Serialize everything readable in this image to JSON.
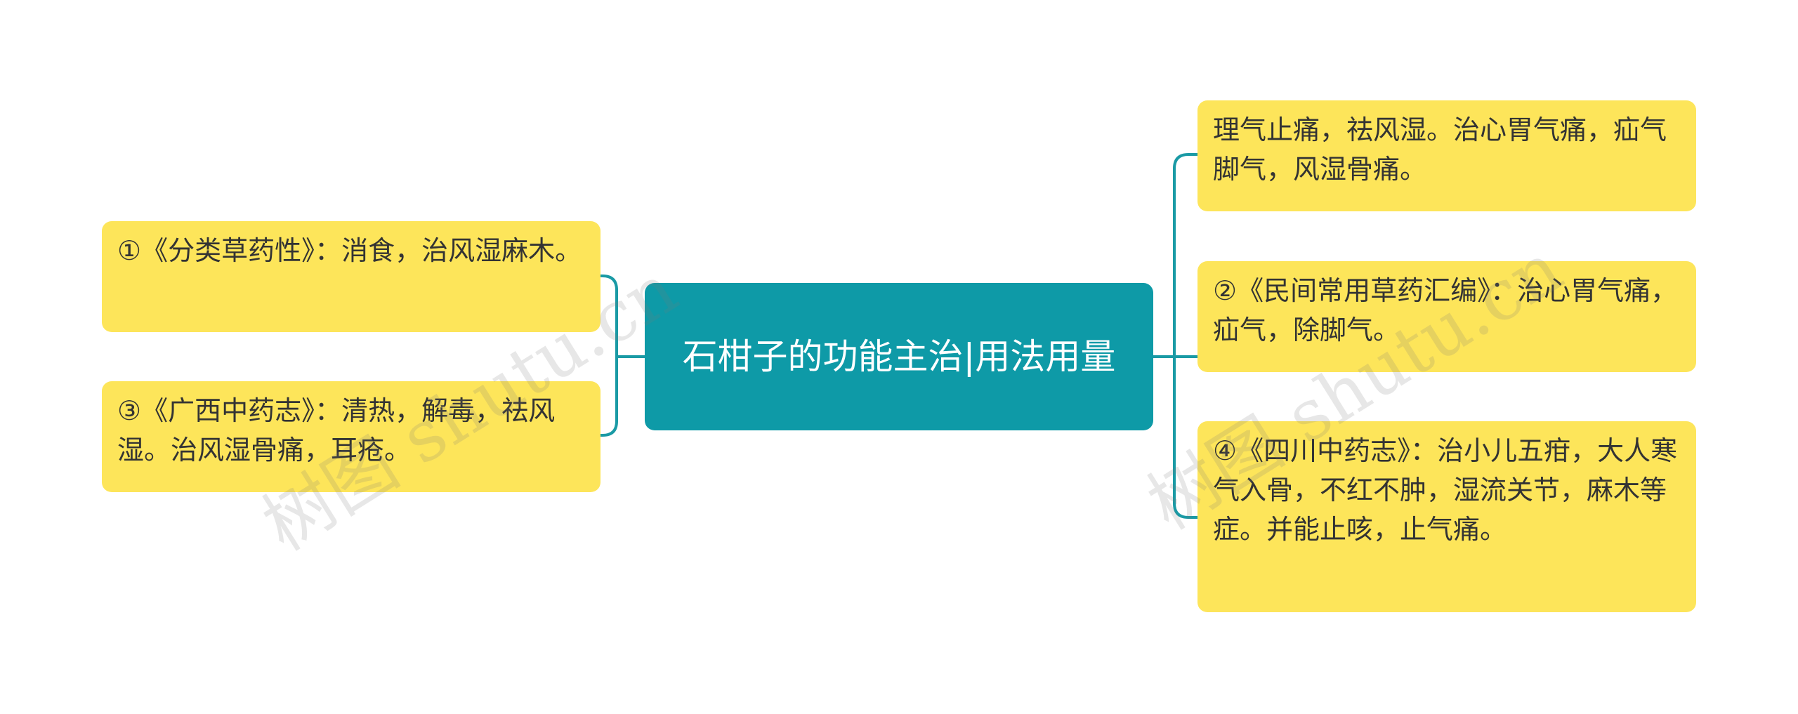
{
  "root": {
    "text": "石柑子的功能主治|用法用量"
  },
  "left_nodes": [
    {
      "text": "①《分类草药性》：消食，治风湿麻木。"
    },
    {
      "text": "③《广西中药志》：清热，解毒，祛风湿。治风湿骨痛，耳疮。"
    }
  ],
  "right_nodes": [
    {
      "text": "理气止痛，祛风湿。治心胃气痛，疝气脚气，风湿骨痛。"
    },
    {
      "text": "②《民间常用草药汇编》：治心胃气痛，疝气，除脚气。"
    },
    {
      "text": "④《四川中药志》：治小儿五疳，大人寒气入骨，不红不肿，湿流关节，麻木等症。并能止咳，止气痛。"
    }
  ],
  "watermarks": [
    {
      "text": "树图 shutu.cn"
    },
    {
      "text": "树图 shutu.cn"
    }
  ],
  "colors": {
    "root_fill": "#0e9aa7",
    "leaf_fill": "#fde55a",
    "connector": "#1a9aa5"
  }
}
